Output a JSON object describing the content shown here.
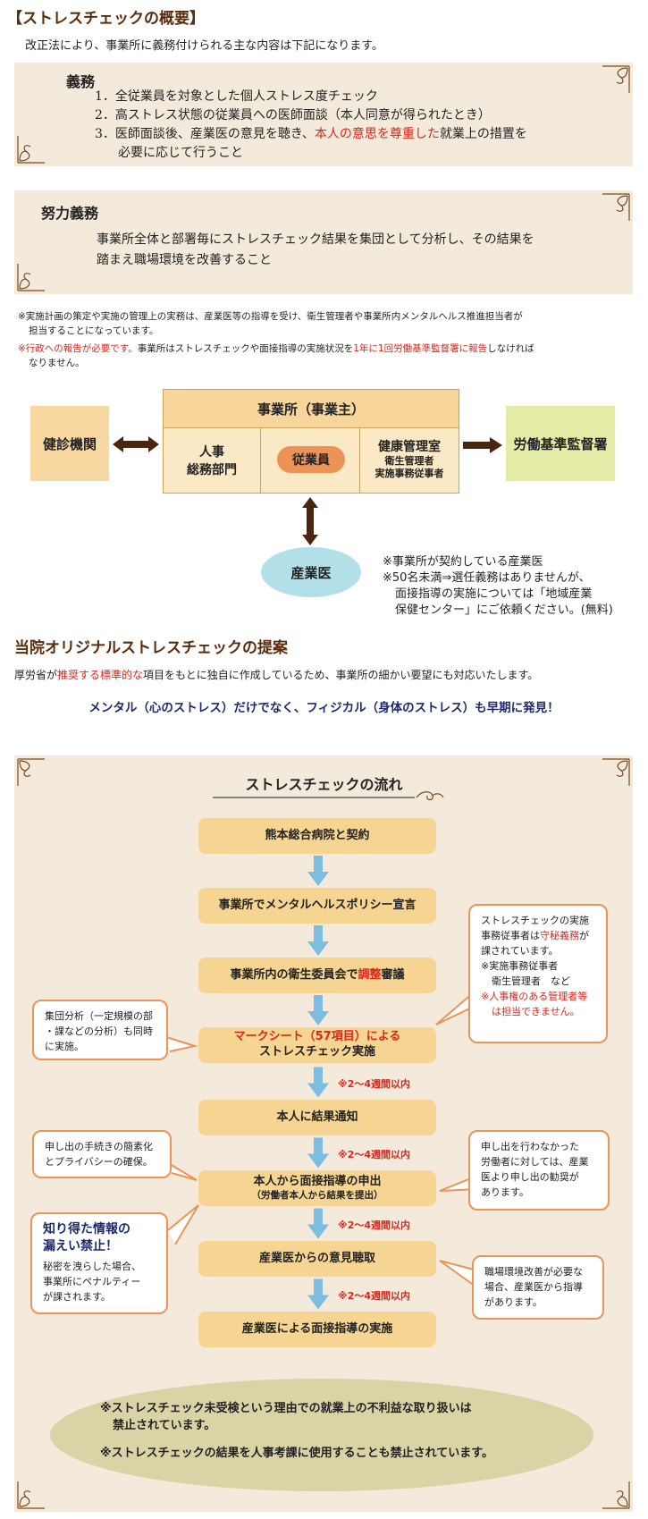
{
  "overview": {
    "title": "【ストレスチェックの概要】",
    "intro": "改正法により、事業所に義務付けられる主な内容は下記になります。",
    "duty": {
      "title": "義務",
      "items": [
        "1．全従業員を対象とした個人ストレス度チェック",
        "2．高ストレス状態の従業員への医師面談（本人同意が得られたとき）"
      ],
      "item3_a": "3．医師面談後、産業医の意見を聴き、",
      "item3_red": "本人の意思を尊重した",
      "item3_b": "就業上の措置を",
      "item3_c": "必要に応じて行うこと"
    },
    "effort": {
      "title": "努力義務",
      "line1": "事業所全体と部署毎にストレスチェック結果を集団として分析し、その結果を",
      "line2": "踏まえ職場環境を改善すること"
    },
    "note1": "※実施計画の策定や実施の管理上の実務は、産業医等の指導を受け、衛生管理者や事業所内メンタルヘルス推進担当者が",
    "note1b": "担当することになっています。",
    "note2_red1": "※行政への報告が必要です。",
    "note2_a": "事業所はストレスチェックや面接指導の実施状況を",
    "note2_red2": "1年に1回労働基準監督署に報告",
    "note2_b": "しなければ",
    "note2_c": "なりません。"
  },
  "org": {
    "health_center": "健診機関",
    "office_title": "事業所（事業主）",
    "hr_line1": "人事",
    "hr_line2": "総務部門",
    "employee": "従業員",
    "health_room": "健康管理室",
    "health_room_sub1": "衛生管理者",
    "health_room_sub2": "実施事務従事者",
    "labor_office": "労働基準監督署",
    "doctor": "産業医",
    "doctor_note1": "※事業所が契約している産業医",
    "doctor_note2": "※50名未満⇒選任義務はありませんが、",
    "doctor_note3": "面接指導の実施については「地域産業",
    "doctor_note4": "保健センター」にご依頼ください。(無料)"
  },
  "proposal": {
    "title": "当院オリジナルストレスチェックの提案",
    "body_a": "厚労省が",
    "body_red1": "推奨する",
    "body_red2": "標準的な",
    "body_b": "項目をもとに独自に作成しているため、事業所の細かい要望にも対応いたします。",
    "tagline": "メンタル（心のストレス）だけでなく、フィジカル（身体のストレス）も早期に発見！"
  },
  "flow": {
    "title": "ストレスチェックの流れ",
    "steps": [
      "熊本総合病院と契約",
      "事業所でメンタルヘルスポリシー宣言",
      "",
      "",
      "本人に結果通知",
      "本人から面接指導の申出",
      "産業医からの意見聴取",
      "産業医による面接指導の実施"
    ],
    "step3_a": "事業所内の衛生委員会で",
    "step3_red": "調整",
    "step3_b": "審議",
    "step4_red": "マークシート（57項目）による",
    "step4_b": "ストレスチェック実施",
    "step6_sub": "（労働者本人から結果を提出）",
    "interval": "※2～4週間以内",
    "callout_right1": {
      "l1": "ストレスチェックの実施",
      "l2a": "事務従事者は",
      "l2red": "守秘義務",
      "l2b": "が",
      "l3": "課されています。",
      "l4": "※実施事務従事者",
      "l5": "衛生管理者　など",
      "l6red": "※人事権のある管理者等",
      "l7red": "は担当できません。"
    },
    "callout_left1": [
      "集団分析（一定規模の部",
      "・課などの分析）も同時",
      "に実施。"
    ],
    "callout_left2": [
      "申し出の手続きの簡素化",
      "とプライバシーの確保。"
    ],
    "callout_right2": [
      "申し出を行わなかった",
      "労働者に対しては、産業",
      "医より申し出の勧奨が",
      "あります。"
    ],
    "callout_left3_title1": "知り得た情報の",
    "callout_left3_title2": "漏えい禁止！",
    "callout_left3": [
      "秘密を洩らした場合、",
      "事業所にペナルティー",
      "が課されます。"
    ],
    "callout_right3": [
      "職場環境改善が必要な",
      "場合、産業医から指導",
      "があります。"
    ],
    "footer1": "※ストレスチェック未受検という理由での就業上の不利益な取り扱いは",
    "footer1b": "禁止されています。",
    "footer2": "※ストレスチェックの結果を人事考課に使用することも禁止されています。"
  },
  "colors": {
    "panel": "#f4eadb",
    "step": "#f6d592",
    "arrow": "#7cbde0",
    "accent": "#ec9358",
    "red": "#d9261c"
  }
}
